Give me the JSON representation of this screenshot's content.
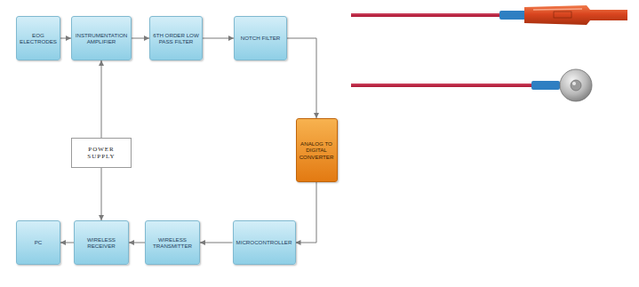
{
  "diagram": {
    "nodes": [
      {
        "text": [
          "EOG ELECTRODES"
        ]
      },
      {
        "text": [
          "INSTRUMENTATION AMPLIFIER"
        ]
      },
      {
        "text": [
          "6TH ORDER LOW PASS FILTER"
        ]
      },
      {
        "text": [
          "NOTCH FILTER"
        ]
      },
      {
        "text": [
          "POWER SUPPLY"
        ]
      },
      {
        "text": [
          "ANALOG TO DIGITAL CONVERTER"
        ]
      },
      {
        "text": [
          "PC"
        ]
      },
      {
        "text": [
          "WIRELESS RECEIVER"
        ]
      },
      {
        "text": [
          "WIRELESS TRANSMITTER"
        ]
      },
      {
        "text": [
          "MICROCONTROLLER"
        ]
      }
    ],
    "edges": [
      {
        "from": 0,
        "to": 1,
        "arrow": "to"
      },
      {
        "from": 1,
        "to": 2,
        "arrow": "to"
      },
      {
        "from": 2,
        "to": 3,
        "arrow": "to"
      },
      {
        "from": 3,
        "to": 5,
        "arrow": "to"
      },
      {
        "from": 5,
        "to": 9,
        "arrow": "to"
      },
      {
        "from": 9,
        "to": 8,
        "arrow": "to"
      },
      {
        "from": 8,
        "to": 7,
        "arrow": "to"
      },
      {
        "from": 7,
        "to": 6,
        "arrow": "to"
      },
      {
        "from": 4,
        "to": 1,
        "arrow": "to"
      },
      {
        "from": 4,
        "to": 7,
        "arrow": "to"
      }
    ]
  }
}
